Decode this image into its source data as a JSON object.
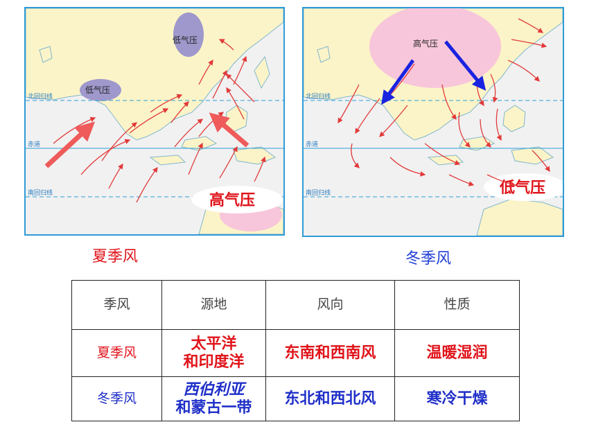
{
  "summer_map": {
    "low1": "低气压",
    "low2": "低气压",
    "high": "高气压",
    "tropic_north": "北回归线",
    "equator": "赤道",
    "tropic_south": "南回归线"
  },
  "winter_map": {
    "high": "高气压",
    "low": "低气压",
    "tropic_north": "北回归线",
    "equator": "赤道",
    "tropic_south": "南回归线"
  },
  "captions": {
    "summer": "夏季风",
    "winter": "冬季风"
  },
  "table": {
    "headers": [
      "季风",
      "源地",
      "风向",
      "性质"
    ],
    "rows": [
      {
        "monsoon": "夏季风",
        "source_line1": "太平洋",
        "source_line2": "和印度洋",
        "direction": "东南和西南风",
        "nature": "温暖湿润"
      },
      {
        "monsoon": "冬季风",
        "source_line1": "西伯利亚",
        "source_line2": "和蒙古一带",
        "direction": "东北和西北风",
        "nature": "寒冷干燥"
      }
    ]
  }
}
